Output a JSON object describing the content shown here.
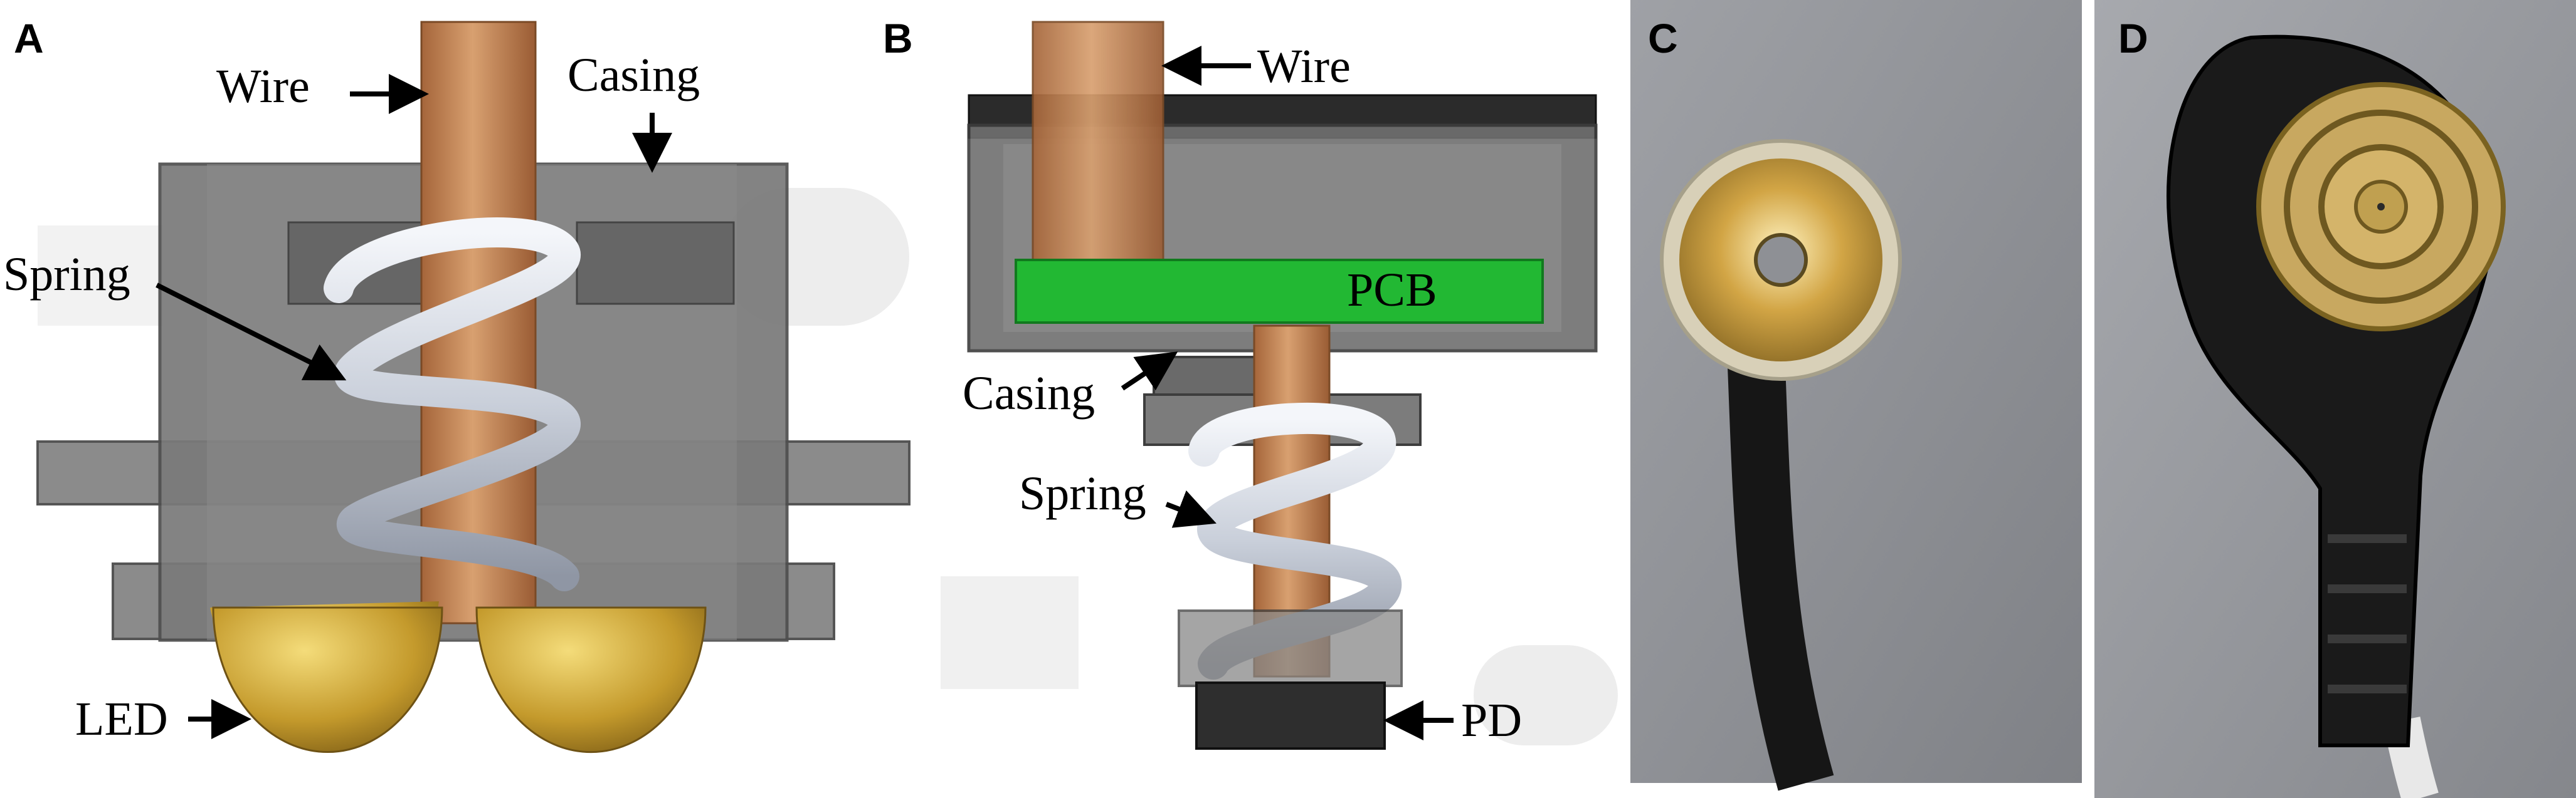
{
  "panels": {
    "a": {
      "letter": "A",
      "labels": {
        "wire": "Wire",
        "casing": "Casing",
        "spring": "Spring",
        "led": "LED"
      }
    },
    "b": {
      "letter": "B",
      "labels": {
        "wire": "Wire",
        "pcb": "PCB",
        "casing": "Casing",
        "spring": "Spring",
        "pd": "PD"
      }
    },
    "c": {
      "letter": "C"
    },
    "d": {
      "letter": "D"
    }
  },
  "colors": {
    "copper": "#c4844e",
    "casing_gray": "#7d7d7d",
    "spring_silver": "#d8dde6",
    "led_gold": "#c9a63a",
    "pcb_green": "#22b833",
    "photo_background": "#8e9095",
    "connector_black": "#1a1a1a"
  }
}
